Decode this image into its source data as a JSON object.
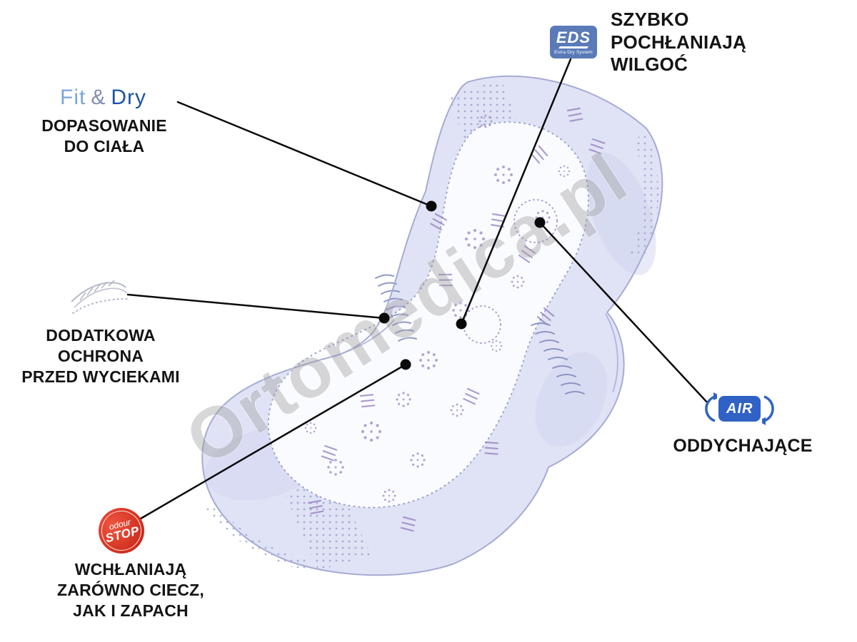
{
  "watermark": "Ortomedica.pl",
  "badges": {
    "fit_dry": {
      "fit": "Fit",
      "amp": "&",
      "dry": "Dry"
    },
    "eds": {
      "abbr": "EDS",
      "subtitle": "Extra Dry System"
    },
    "air": {
      "label": "AIR"
    },
    "odour": {
      "top": "odour",
      "bottom": "STOP"
    }
  },
  "callouts": {
    "fit_dry": {
      "text": "DOPASOWANIE\nDO CIAŁA"
    },
    "eds": {
      "text": "SZYBKO\nPOCHŁANIAJĄ\nWILGOĆ"
    },
    "leak": {
      "text": "DODATKOWA\nOCHRONA\nPRZED WYCIEKAMI"
    },
    "air": {
      "text": "ODDYCHAJĄCE"
    },
    "odour": {
      "text": "WCHŁANIAJĄ\nZARÓWNO CIECZ,\nJAK I ZAPACH"
    }
  },
  "colors": {
    "fit_dry_blue": "#1c54a8",
    "eds_blue": "#5a7ab8",
    "air_blue": "#2f62c4",
    "odour_red": "#d02a18",
    "text": "#141414",
    "pad_lavender": "#e0e3f5",
    "pattern_purple": "#8d76b8"
  }
}
